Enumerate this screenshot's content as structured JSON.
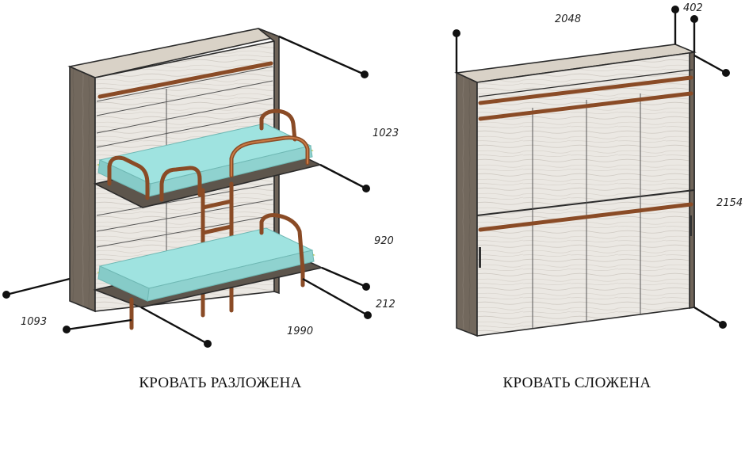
{
  "left_figure": {
    "caption": "КРОВАТЬ РАЗЛОЖЕНА",
    "dimensions": {
      "height_upper": "1023",
      "height_lower": "920",
      "bed_height": "212",
      "length": "1990",
      "depth": "1093"
    }
  },
  "right_figure": {
    "caption": "КРОВАТЬ СЛОЖЕНА",
    "dimensions": {
      "width": "2048",
      "depth": "402",
      "height": "2154"
    }
  },
  "colors": {
    "mattress": "#9fe3e0",
    "mattress_edge": "#e6f06a",
    "frame": "#8a4b26",
    "cabinet_side": "#6f6459",
    "cabinet_face": "#e9e6e1"
  }
}
